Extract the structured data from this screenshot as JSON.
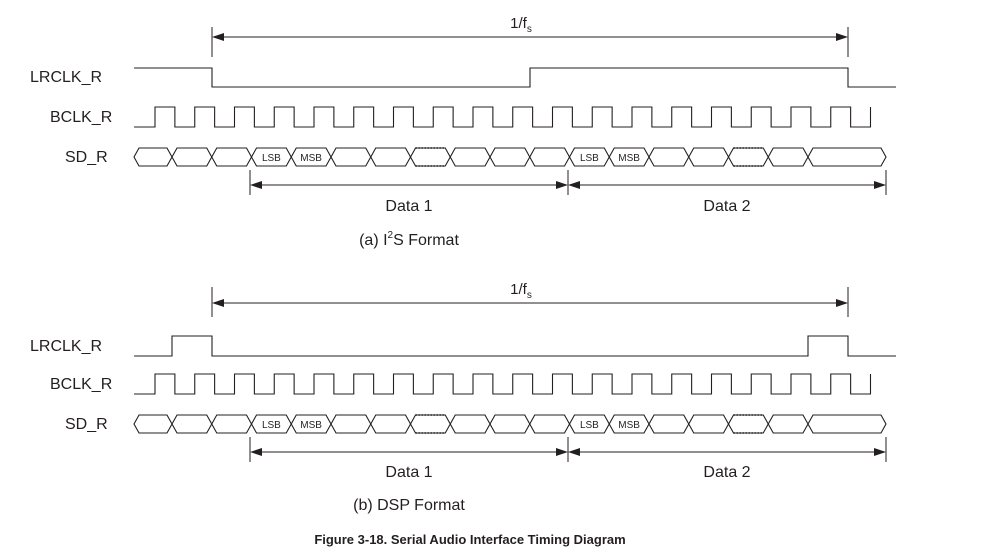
{
  "figure_caption": "Figure 3-18. Serial Audio Interface Timing Diagram",
  "period_label": {
    "main": "1/f",
    "sub": "s"
  },
  "signals": {
    "lrclk": "LRCLK_R",
    "bclk": "BCLK_R",
    "sd": "SD_R"
  },
  "bit_labels": {
    "msb": "MSB",
    "lsb": "LSB"
  },
  "data_labels": {
    "data1": "Data 1",
    "data2": "Data 2"
  },
  "panels": [
    {
      "id": "i2s",
      "title_prefix": "(a) I",
      "title_sup": "2",
      "title_suffix": "S Format",
      "lrclk_mode": "level"
    },
    {
      "id": "dsp",
      "title_prefix": "(b) DSP Format",
      "title_sup": "",
      "title_suffix": "",
      "lrclk_mode": "pulse"
    }
  ]
}
